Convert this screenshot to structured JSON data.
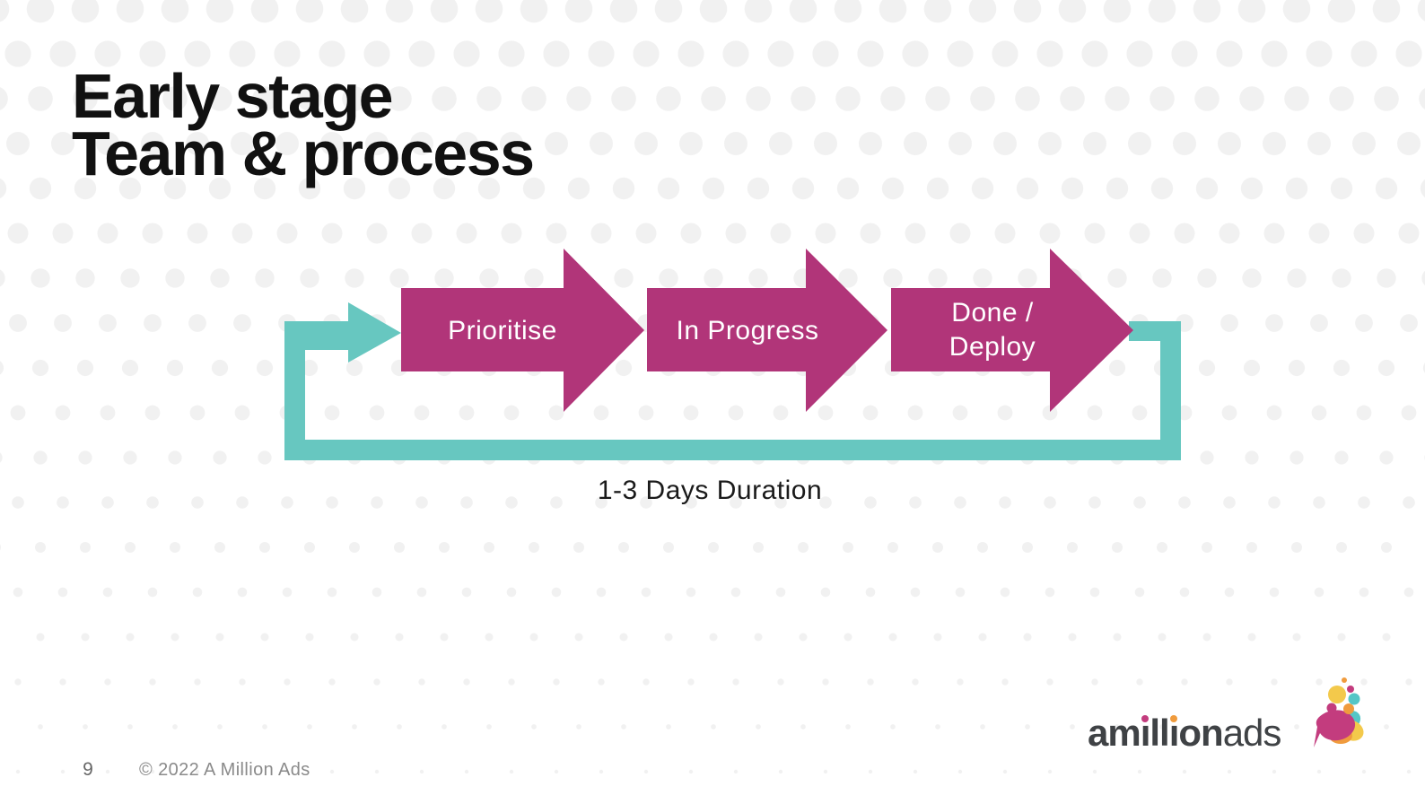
{
  "slide": {
    "title_line1": "Early stage",
    "title_line2": "Team & process",
    "flow": {
      "steps": [
        {
          "label": "Prioritise"
        },
        {
          "label": "In Progress"
        },
        {
          "label": "Done / Deploy",
          "line1": "Done /",
          "line2": "Deploy"
        }
      ],
      "caption": "1-3 Days Duration"
    },
    "footer": {
      "page_number": "9",
      "copyright": "© 2022 A Million Ads"
    },
    "logo": {
      "seg1": "am",
      "i1": "ı",
      "seg2": "ll",
      "i2": "ı",
      "seg3": "on",
      "seg4": "ads"
    }
  },
  "icons": {
    "loop_arrow": "loop-return-arrow",
    "step_arrow": "right-arrow-chevron",
    "logo_mark": "speech-bubble-bubbles"
  },
  "colors": {
    "flow-magenta": "#b13579",
    "flow-teal": "#67c7c0",
    "dot": "#f1f1f1",
    "title": "#111111",
    "label-text": "#ffffff",
    "caption": "#1a1a1a",
    "footer-page": "#666666",
    "footer-copy": "#8a8a8a",
    "logo-text": "#3f4245",
    "logo-magenta": "#c33c7e",
    "logo-orange": "#f09b3d",
    "logo-yellow": "#f3c94b",
    "logo-teal": "#55c6c6"
  }
}
